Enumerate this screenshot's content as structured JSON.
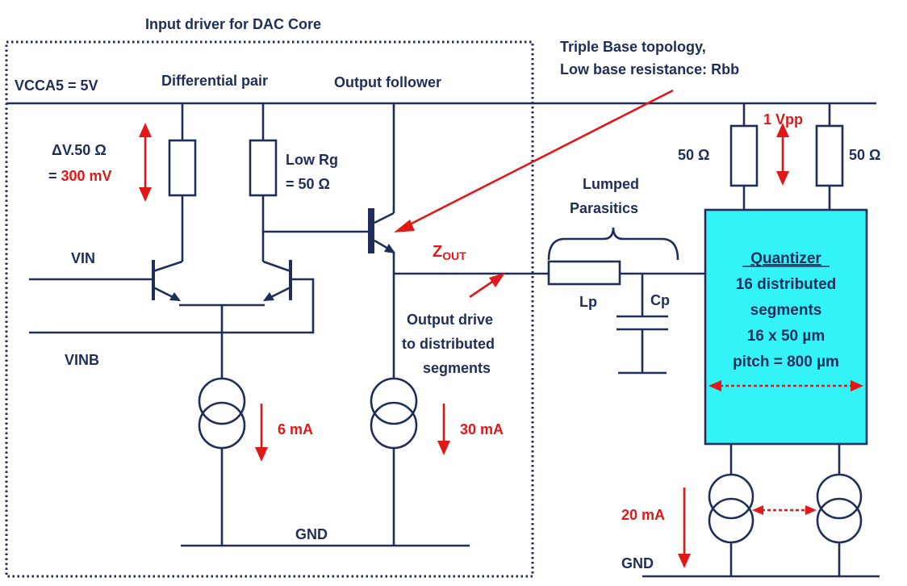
{
  "title": "Input driver for DAC Core",
  "vcc_label": "VCCA5 = 5V",
  "diff_pair_label": "Differential pair",
  "output_follower_label": "Output follower",
  "triple_base": {
    "line1": "Triple Base topology,",
    "line2": "Low base resistance: Rbb"
  },
  "delta_v": {
    "line1": "ΔV.50 Ω",
    "prefix": "= ",
    "value": "300 mV"
  },
  "low_rg": {
    "line1": "Low Rg",
    "line2": "= 50 Ω"
  },
  "zout": {
    "main": "Z",
    "sub": "OUT"
  },
  "vin_label": "VIN",
  "vinb_label": "VINB",
  "current_6": "6 mA",
  "current_30": "30 mA",
  "output_drive": {
    "line1": "Output drive",
    "line2": "to distributed",
    "line3": "segments"
  },
  "gnd_left": "GND",
  "gnd_right": "GND",
  "lumped": {
    "line1": "Lumped",
    "line2": "Parasitics"
  },
  "lp_label": "Lp",
  "cp_label": "Cp",
  "vpp_label": "1 Vpp",
  "r50_left": "50 Ω",
  "r50_right": "50 Ω",
  "quantizer": {
    "title": "Quantizer",
    "line1": "16 distributed",
    "line2": "segments",
    "line3": "16 x 50 µm",
    "line4": "pitch = 800 µm",
    "fill_color": "#33f3f7"
  },
  "current_20": "20 mA",
  "colors": {
    "wire": "#1f2d5a",
    "accent": "#e01818"
  }
}
